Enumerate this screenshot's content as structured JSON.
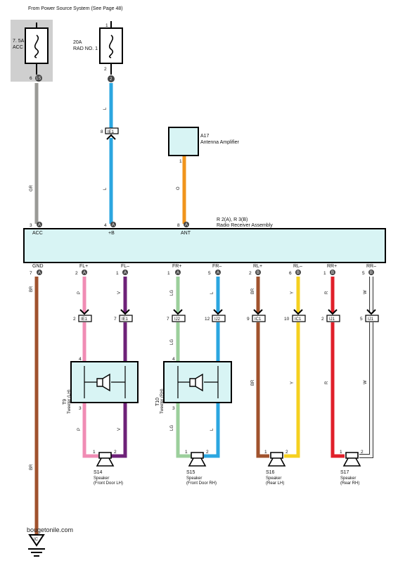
{
  "header": {
    "source_note": "From Power Source System (See Page 48)"
  },
  "fuses": [
    {
      "id": "fuse-acc",
      "rating": "7. 5A",
      "name": "ACC",
      "pin_top": "",
      "pin_bottom": "6",
      "connector": "1S"
    },
    {
      "id": "fuse-rad",
      "rating": "20A",
      "name": "RAD NO. 1",
      "pin_top": "1",
      "pin_bottom": "2",
      "connector": "2"
    }
  ],
  "amplifier": {
    "code": "A17",
    "name": "Antenna Amplifier",
    "pin": "1"
  },
  "receiver": {
    "code": "R 2(A), R 3(B)",
    "name": "Radio Receiver Assembly",
    "top_pins": [
      {
        "label": "ACC",
        "pin": "3",
        "conn": "A"
      },
      {
        "label": "+B",
        "pin": "4",
        "conn": "A"
      },
      {
        "label": "ANT",
        "pin": "8",
        "conn": "A"
      }
    ],
    "bottom_pins": [
      {
        "label": "GND",
        "pin": "7",
        "conn": "A"
      },
      {
        "label": "FL+",
        "pin": "2",
        "conn": "A"
      },
      {
        "label": "FL–",
        "pin": "1",
        "conn": "A"
      },
      {
        "label": "FR+",
        "pin": "1",
        "conn": "A"
      },
      {
        "label": "FR–",
        "pin": "5",
        "conn": "A"
      },
      {
        "label": "RL+",
        "pin": "2",
        "conn": "B"
      },
      {
        "label": "RL–",
        "pin": "6",
        "conn": "B"
      },
      {
        "label": "RR+",
        "pin": "1",
        "conn": "B"
      },
      {
        "label": "RR–",
        "pin": "5",
        "conn": "B"
      }
    ]
  },
  "wires": [
    {
      "code": "GR",
      "color": "#9a9a96"
    },
    {
      "code": "L",
      "color": "#2ba6e0"
    },
    {
      "code": "O",
      "color": "#f0941c"
    },
    {
      "code": "BR",
      "color": "#a0522d"
    },
    {
      "code": "P",
      "color": "#f08cb4"
    },
    {
      "code": "V",
      "color": "#6e2278"
    },
    {
      "code": "LG",
      "color": "#9ccf9c"
    },
    {
      "code": "L",
      "color": "#2ba6e0"
    },
    {
      "code": "BR",
      "color": "#a0522d"
    },
    {
      "code": "Y",
      "color": "#f5d020"
    },
    {
      "code": "R",
      "color": "#e0202a"
    },
    {
      "code": "W",
      "color": "#f2f2f2"
    }
  ],
  "junctions": [
    {
      "pin": "8",
      "conn": "IE1"
    },
    {
      "pin": "2",
      "conn": "IE1"
    },
    {
      "pin": "7",
      "conn": "IE1"
    },
    {
      "pin": "7",
      "conn": "IJ2"
    },
    {
      "pin": "12",
      "conn": "IJ2"
    },
    {
      "pin": "9",
      "conn": "IC1"
    },
    {
      "pin": "10",
      "conn": "IC1"
    },
    {
      "pin": "2",
      "conn": "IJ1"
    },
    {
      "pin": "5",
      "conn": "IJ1"
    }
  ],
  "tweeters": [
    {
      "code": "T9",
      "name": "Tweeter (LH)",
      "pins": [
        "4",
        "3"
      ]
    },
    {
      "code": "T10",
      "name": "Tweeter (RH)",
      "pins": [
        "4",
        "3"
      ]
    }
  ],
  "speakers": [
    {
      "code": "S14",
      "name": "Speaker",
      "loc": "(Front Door LH)",
      "pins": [
        "1",
        "2"
      ]
    },
    {
      "code": "S15",
      "name": "Speaker",
      "loc": "(Front Door RH)",
      "pins": [
        "1",
        "2"
      ]
    },
    {
      "code": "S16",
      "name": "Speaker",
      "loc": "(Rear LH)",
      "pins": [
        "1",
        "2"
      ]
    },
    {
      "code": "S17",
      "name": "Speaker",
      "loc": "(Rear RH)",
      "pins": [
        "1",
        "2"
      ]
    }
  ],
  "ground": {
    "code": "IC"
  },
  "watermark": "bougetonile.com"
}
